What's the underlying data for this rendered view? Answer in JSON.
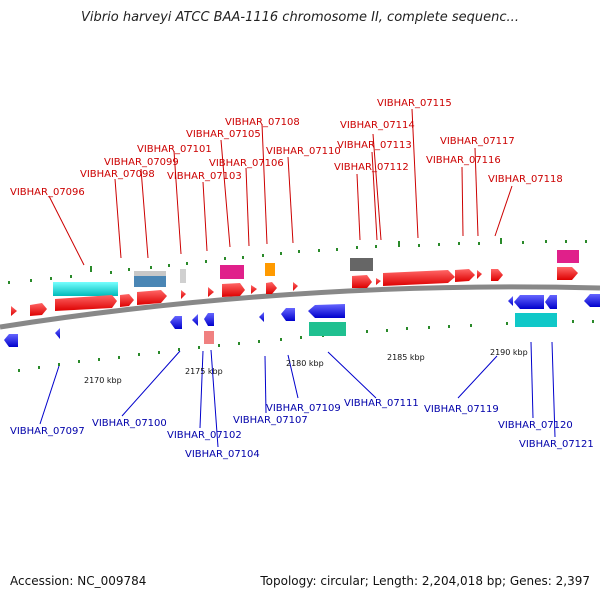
{
  "title": "Vibrio harveyi ATCC BAA-1116 chromosome II, complete sequenc...",
  "footer": {
    "accession": "Accession: NC_009784",
    "summary": "Topology: circular; Length: 2,204,018 bp; Genes: 2,397"
  },
  "axis_ticks": [
    {
      "label": "2170 kbp"
    },
    {
      "label": "2175 kbp"
    },
    {
      "label": "2180 kbp"
    },
    {
      "label": "2185 kbp"
    },
    {
      "label": "2190 kbp"
    }
  ],
  "labels_plus": [
    {
      "text": "VIBHAR_07096"
    },
    {
      "text": "VIBHAR_07098"
    },
    {
      "text": "VIBHAR_07099"
    },
    {
      "text": "VIBHAR_07101"
    },
    {
      "text": "VIBHAR_07103"
    },
    {
      "text": "VIBHAR_07105"
    },
    {
      "text": "VIBHAR_07106"
    },
    {
      "text": "VIBHAR_07108"
    },
    {
      "text": "VIBHAR_07110"
    },
    {
      "text": "VIBHAR_07112"
    },
    {
      "text": "VIBHAR_07113"
    },
    {
      "text": "VIBHAR_07114"
    },
    {
      "text": "VIBHAR_07115"
    },
    {
      "text": "VIBHAR_07116"
    },
    {
      "text": "VIBHAR_07117"
    },
    {
      "text": "VIBHAR_07118"
    }
  ],
  "labels_minus": [
    {
      "text": "VIBHAR_07097"
    },
    {
      "text": "VIBHAR_07100"
    },
    {
      "text": "VIBHAR_07102"
    },
    {
      "text": "VIBHAR_07104"
    },
    {
      "text": "VIBHAR_07107"
    },
    {
      "text": "VIBHAR_07109"
    },
    {
      "text": "VIBHAR_07111"
    },
    {
      "text": "VIBHAR_07119"
    },
    {
      "text": "VIBHAR_07120"
    },
    {
      "text": "VIBHAR_07121"
    }
  ],
  "colors": {
    "plus_label": "#cc0000",
    "minus_label": "#0000aa",
    "plus_gene": "#ee0000",
    "minus_gene": "#0000ee",
    "backbone": "#888888",
    "tick": "#227722"
  }
}
